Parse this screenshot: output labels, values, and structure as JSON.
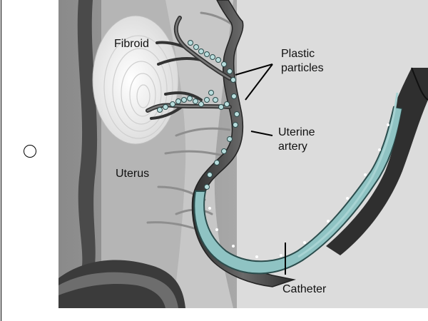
{
  "labels": {
    "fibroid": "Fibroid",
    "plastic_particles_line1": "Plastic",
    "plastic_particles_line2": "particles",
    "uterine_artery_line1": "Uterine",
    "uterine_artery_line2": "artery",
    "uterus": "Uterus",
    "catheter": "Catheter"
  },
  "colors": {
    "catheter": "#8fc3c3",
    "particles": "#b9dddd",
    "fibroid": "#ececec",
    "uterus_wall": "#b8b8b8",
    "cavity": "#5a5a5a",
    "artery": "#4a4a4a"
  }
}
